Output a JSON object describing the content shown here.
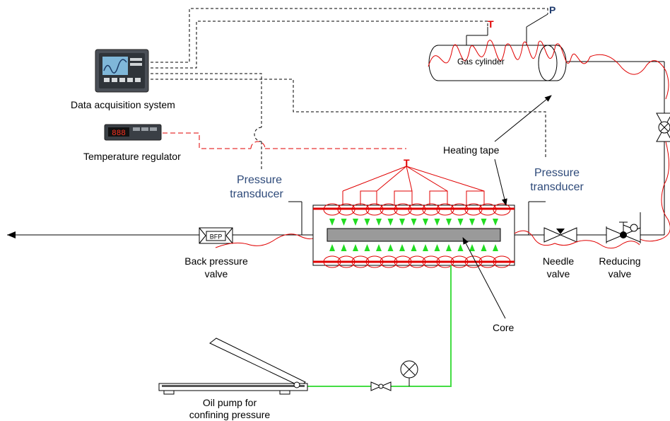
{
  "labels": {
    "data_acquisition": "Data acquisition system",
    "temp_regulator": "Temperature regulator",
    "pressure_transducer_left_1": "Pressure",
    "pressure_transducer_left_2": "transducer",
    "pressure_transducer_right_1": "Pressure",
    "pressure_transducer_right_2": "transducer",
    "back_pressure_1": "Back pressure",
    "back_pressure_2": "valve",
    "bfp": "BFP",
    "gas_cylinder": "Gas cylinder",
    "heating_tape": "Heating tape",
    "needle_1": "Needle",
    "needle_2": "valve",
    "reducing_1": "Reducing",
    "reducing_2": "valve",
    "core": "Core",
    "oil_pump_1": "Oil pump for",
    "oil_pump_2": "confining pressure",
    "t_cylinder": "T",
    "p_cylinder": "P",
    "t_core": "T"
  },
  "colors": {
    "heating": "#e00000",
    "oil_line": "#33dd33",
    "arrow_green": "#22dd22",
    "core_fill": "#9a9a9a",
    "label_blue": "#2e4a7a"
  }
}
